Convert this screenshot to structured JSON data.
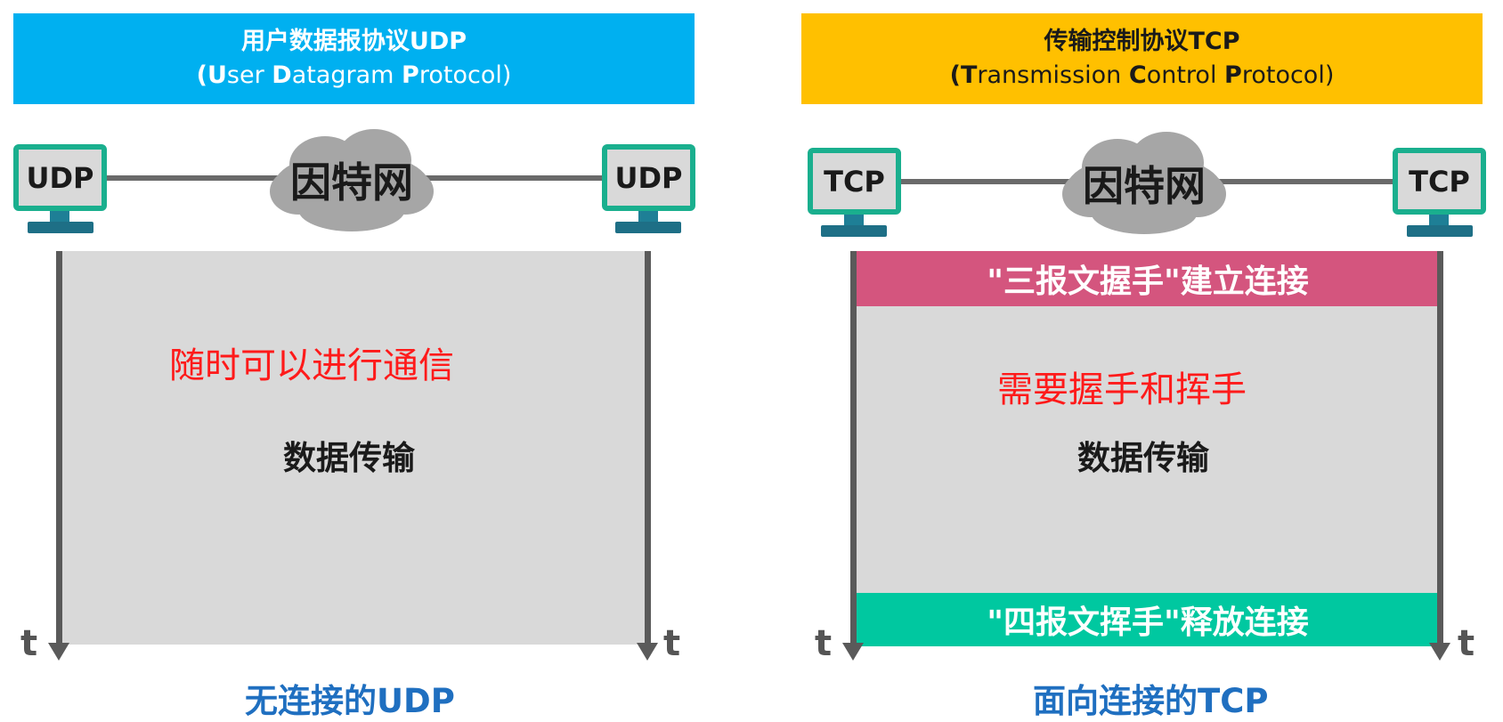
{
  "udp": {
    "header_line1": "用户数据报协议UDP",
    "header_line2_parts": [
      "(",
      "U",
      "ser ",
      "D",
      "atagram ",
      "P",
      "rotocol)"
    ],
    "left_host": "UDP",
    "right_host": "UDP",
    "cloud": "因特网",
    "note": "随时可以进行通信",
    "data": "数据传输",
    "time_left": "t",
    "time_right": "t",
    "caption": "无连接的UDP",
    "header_color": "#00b0f0"
  },
  "tcp": {
    "header_line1": "传输控制协议TCP",
    "header_line2_parts": [
      "(",
      "T",
      "ransmission ",
      "C",
      "ontrol ",
      "P",
      "rotocol)"
    ],
    "left_host": "TCP",
    "right_host": "TCP",
    "cloud": "因特网",
    "handshake": "\"三报文握手\"建立连接",
    "note": "需要握手和挥手",
    "data": "数据传输",
    "wave": "\"四报文挥手\"释放连接",
    "time_left": "t",
    "time_right": "t",
    "caption": "面向连接的TCP",
    "header_color": "#ffc000",
    "handshake_color": "#d4557e",
    "wave_color": "#00c8a0"
  }
}
